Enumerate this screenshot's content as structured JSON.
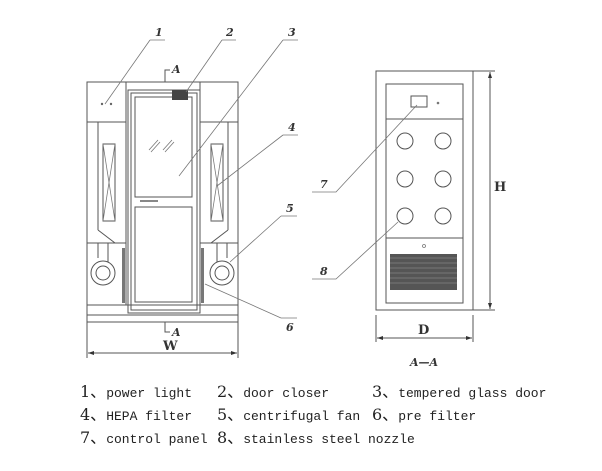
{
  "title": "Air shower structure diagram",
  "callouts": [
    "1",
    "2",
    "3",
    "4",
    "5",
    "6",
    "7",
    "8"
  ],
  "dimensions": {
    "width": "W",
    "height": "H",
    "depth": "D",
    "section_marker": "A",
    "section_label": "A—A"
  },
  "legend": [
    {
      "num": "1、",
      "label": "power light"
    },
    {
      "num": "2、",
      "label": "door closer"
    },
    {
      "num": "3、",
      "label": "tempered glass door"
    },
    {
      "num": "4、",
      "label": "HEPA filter"
    },
    {
      "num": "5、",
      "label": "centrifugal fan"
    },
    {
      "num": "6、",
      "label": "pre filter"
    },
    {
      "num": "7、",
      "label": "control panel"
    },
    {
      "num": "8、",
      "label": "stainless steel nozzle"
    }
  ]
}
